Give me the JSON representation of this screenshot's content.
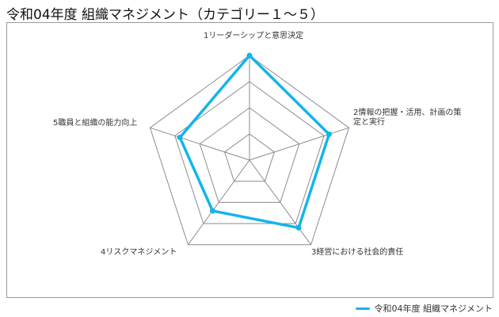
{
  "chart_data": {
    "type": "radar",
    "title": "令和04年度 組織マネジメント（カテゴリー１～５）",
    "categories": [
      "1リーダーシップと意思決定",
      "2情報の把握・活用、計画の策定と実行",
      "3経営における社会的責任",
      "4リスクマネジメント",
      "5職員と組織の能力向上"
    ],
    "series": [
      {
        "name": "令和04年度 組織マネジメント",
        "values": [
          1.0,
          0.8,
          0.8,
          0.6,
          0.7
        ],
        "color": "#14b4ea"
      }
    ],
    "rlim": [
      0,
      1
    ],
    "rings": 4,
    "legend": "bottom-right",
    "grid_color": "#8c8c8c"
  }
}
